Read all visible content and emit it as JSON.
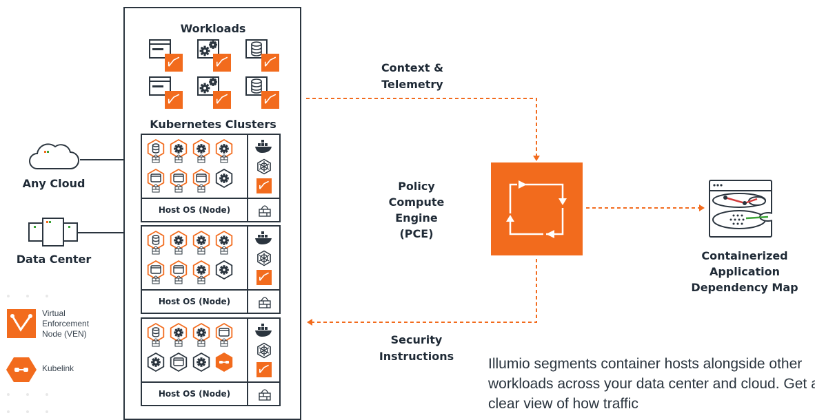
{
  "workloads": {
    "title": "Workloads"
  },
  "clusters": {
    "title": "Kubernetes Clusters",
    "host_label": "Host OS (Node)"
  },
  "sources": {
    "cloud_label": "Any Cloud",
    "datacenter_label": "Data Center"
  },
  "legend": {
    "ven_label": "Virtual Enforcement Node (VEN)",
    "kubelink_label": "Kubelink"
  },
  "flows": {
    "context_label": "Context & Telemetry",
    "security_label": "Security Instructions"
  },
  "pce": {
    "label": "Policy Compute Engine (PCE)"
  },
  "map": {
    "label": "Containerized Application Dependency Map"
  },
  "description": "Illumio segments container hosts alongside other workloads across your data center and cloud. Get a clear view of how traffic",
  "colors": {
    "accent": "#f26b1d",
    "dark": "#2a343e",
    "green": "#3aa335",
    "red": "#d23a3a"
  }
}
